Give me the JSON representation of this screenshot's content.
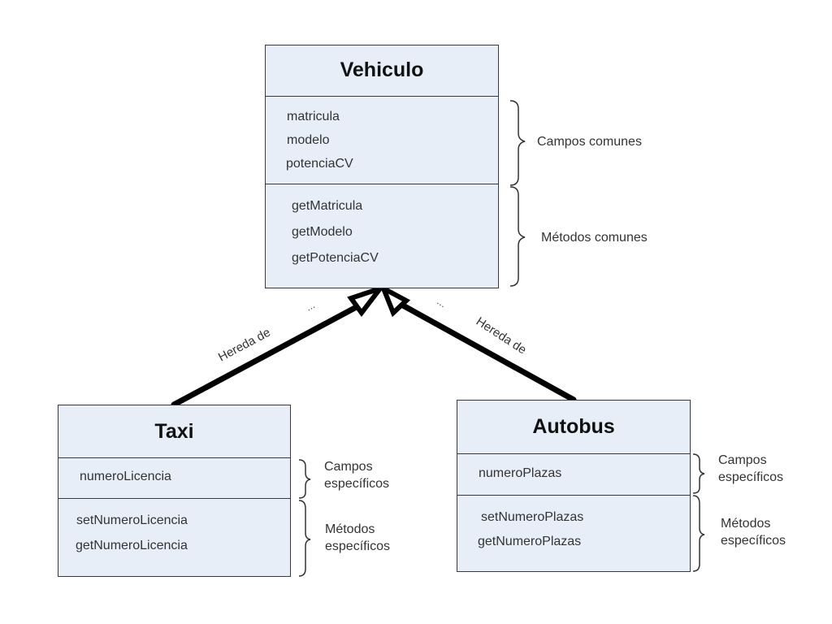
{
  "classes": {
    "vehiculo": {
      "name": "Vehiculo",
      "fields": [
        "matricula",
        "modelo",
        "potenciaCV"
      ],
      "methods": [
        "getMatricula",
        "getModelo",
        "getPotenciaCV"
      ]
    },
    "taxi": {
      "name": "Taxi",
      "fields": [
        "numeroLicencia"
      ],
      "methods": [
        "setNumeroLicencia",
        "getNumeroLicencia"
      ]
    },
    "autobus": {
      "name": "Autobus",
      "fields": [
        "numeroPlazas"
      ],
      "methods": [
        "setNumeroPlazas",
        "getNumeroPlazas"
      ]
    }
  },
  "annotations": {
    "campos_comunes": "Campos comunes",
    "metodos_comunes": "Métodos comunes",
    "taxi_campos": [
      "Campos",
      "específicos"
    ],
    "taxi_metodos": [
      "Métodos",
      "específicos"
    ],
    "autobus_campos": [
      "Campos",
      "específicos"
    ],
    "autobus_metodos": [
      "Métodos",
      "específicos"
    ]
  },
  "relations": {
    "left_label": "Hereda de",
    "right_label": "Hereda de",
    "ellipsis_left": "...",
    "ellipsis_right": "..."
  },
  "colors": {
    "class_fill": "#e8eef8",
    "border": "#3a3a3a",
    "arrow": "#000000"
  }
}
